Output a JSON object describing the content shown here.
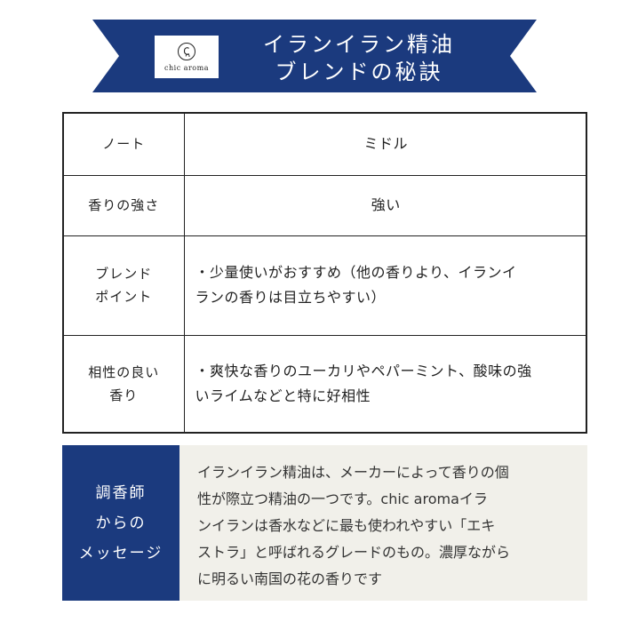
{
  "banner": {
    "logo_text": "chic aroma",
    "title_line1": "イランイラン精油",
    "title_line2": "ブレンドの秘訣",
    "color": "#1b3a7e"
  },
  "table": {
    "rows": [
      {
        "label_lines": [
          "ノート"
        ],
        "value_lines": [
          "ミドル"
        ]
      },
      {
        "label_lines": [
          "香りの強さ"
        ],
        "value_lines": [
          "強い"
        ]
      },
      {
        "label_lines": [
          "ブレンド",
          "ポイント"
        ],
        "value_lines": [
          "・少量使いがおすすめ（他の香りより、イランイ",
          "ランの香りは目立ちやすい）"
        ]
      },
      {
        "label_lines": [
          "相性の良い",
          "香り"
        ],
        "value_lines": [
          "・爽快な香りのユーカリやペパーミント、酸味の強",
          "いライムなどと特に好相性"
        ]
      }
    ]
  },
  "message": {
    "label_lines": [
      "調香師",
      "からの",
      "メッセージ"
    ],
    "body_lines": [
      "イランイラン精油は、メーカーによって香りの個",
      "性が際立つ精油の一つです。chic aromaイラ",
      "ンイランは香水などに最も使われやすい「エキ",
      "ストラ」と呼ばれるグレードのもの。濃厚ながら",
      "に明るい南国の花の香りです"
    ],
    "label_bg": "#1b3a7e",
    "body_bg": "#f1f0ea"
  }
}
